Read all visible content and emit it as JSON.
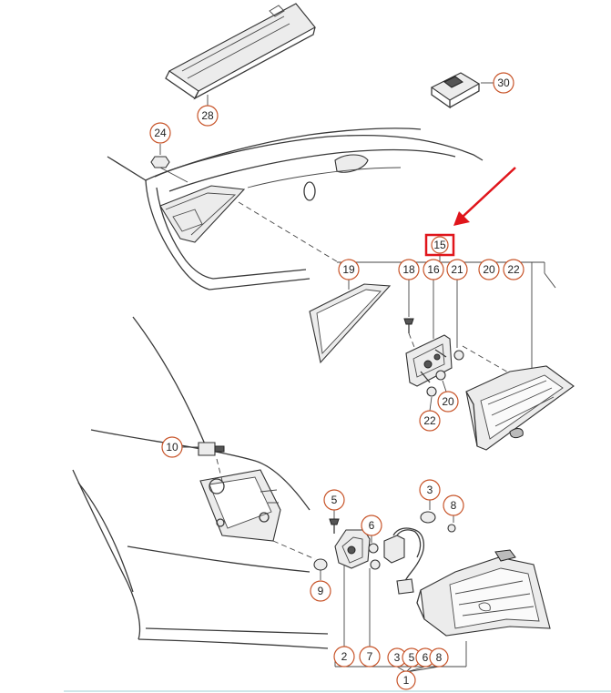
{
  "diagram": {
    "callouts": {
      "c28": "28",
      "c30": "30",
      "c24": "24",
      "c15": "15",
      "c16": "16",
      "c18": "18",
      "c19": "19",
      "c20a": "20",
      "c20b": "20",
      "c21": "21",
      "c22a": "22",
      "c22b": "22",
      "c10": "10",
      "c9": "9",
      "c5a": "5",
      "c6a": "6",
      "c3a": "3",
      "c8a": "8",
      "c2": "2",
      "c7": "7",
      "c3b": "3",
      "c5b": "5",
      "c6b": "6",
      "c8b": "8",
      "c1": "1"
    }
  },
  "colors": {
    "callout_ring": "#c8552a",
    "highlight": "#e0151b",
    "line": "#3a3a3a"
  }
}
